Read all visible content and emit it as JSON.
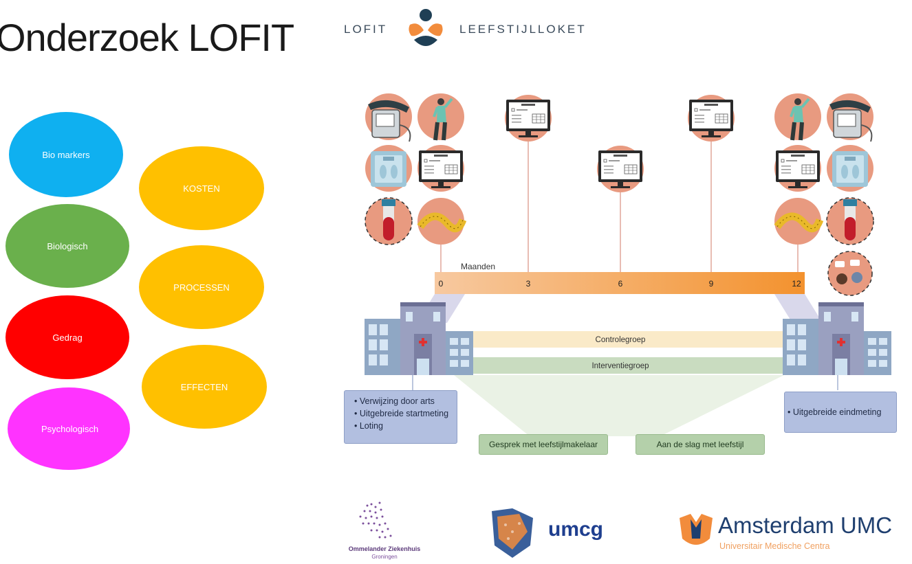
{
  "title": "Onderzoek LOFIT",
  "categories_left": [
    {
      "label": "Bio markers",
      "color": "#0fb0f0"
    },
    {
      "label": "Biologisch",
      "color": "#6ab04c"
    },
    {
      "label": "Gedrag",
      "color": "#ff0000"
    },
    {
      "label": "Psychologisch",
      "color": "#ff33ff"
    }
  ],
  "categories_right": [
    {
      "label": "KOSTEN",
      "color": "#ffc000"
    },
    {
      "label": "PROCESSEN",
      "color": "#ffc000"
    },
    {
      "label": "EFFECTEN",
      "color": "#ffc000"
    }
  ],
  "logo": {
    "left": "LOFIT",
    "right": "LEEFSTIJLLOKET"
  },
  "timeline": {
    "label": "Maanden",
    "ticks": [
      "0",
      "3",
      "6",
      "9",
      "12"
    ],
    "questionnaire_title": "Vragenlijst"
  },
  "groups": {
    "control": "Controlegroep",
    "intervention": "Interventiegroep"
  },
  "start_box": [
    "Verwijzing door arts",
    "Uitgebreide startmeting",
    "Loting"
  ],
  "end_box": [
    "Uitgebreide eindmeting"
  ],
  "steps": [
    "Gesprek met leefstijlmakelaar",
    "Aan de slag met leefstijl"
  ],
  "partners": {
    "ommelander": "Ommelander Ziekenhuis",
    "ommelander_sub": "Groningen",
    "umcg": "umcg",
    "amsterdam": "Amsterdam UMC",
    "amsterdam_sub": "Universitair Medische Centra"
  },
  "colors": {
    "peach_circle": "#e89a80",
    "timeline_light": "#f7c9a0",
    "timeline_dark": "#f39a3a",
    "control": "#faeac8",
    "intervention": "#c9dcc0"
  }
}
